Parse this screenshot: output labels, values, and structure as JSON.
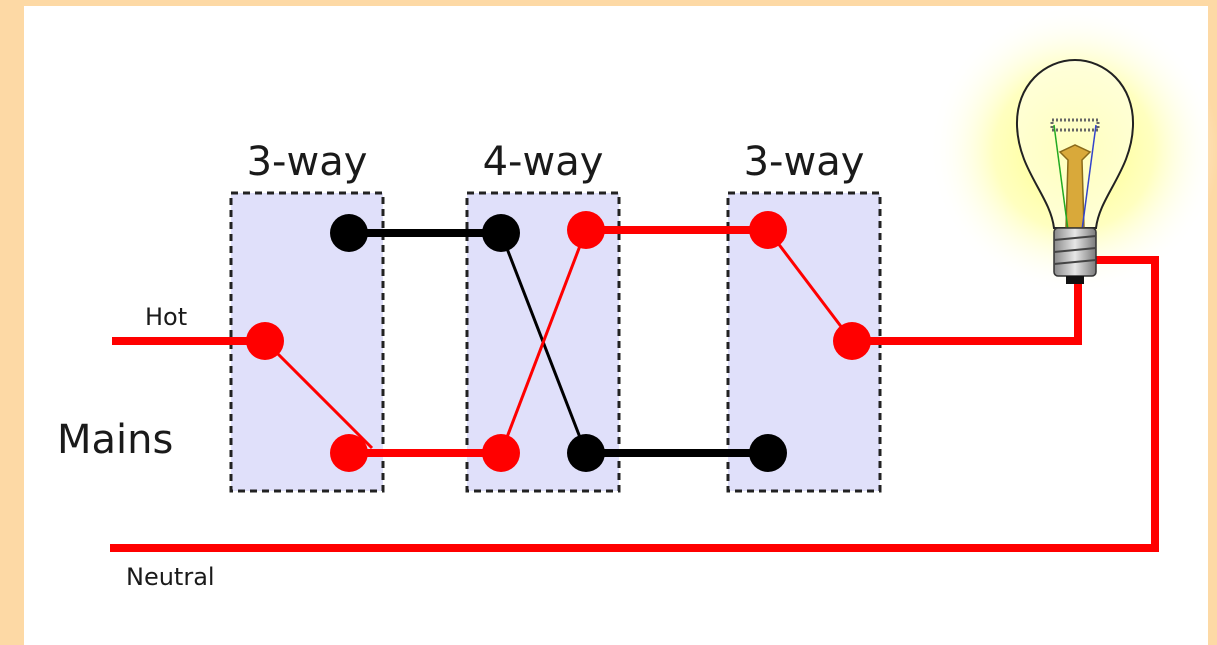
{
  "labels": {
    "switch_left": "3-way",
    "switch_middle": "4-way",
    "switch_right": "3-way",
    "hot": "Hot",
    "mains": "Mains",
    "neutral": "Neutral"
  },
  "colors": {
    "background_border": "#fdd9a5",
    "switch_box_fill": "#e0e0fa",
    "live_wire": "#ff0000",
    "dead_wire": "#000000",
    "bulb_glow": "#ffff99"
  }
}
